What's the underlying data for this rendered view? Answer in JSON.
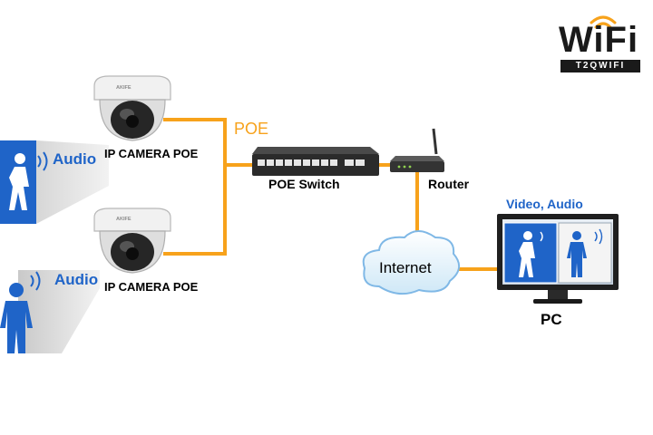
{
  "labels": {
    "camera_top": "IP CAMERA POE",
    "camera_bottom": "IP CAMERA POE",
    "poe": "POE",
    "poe_switch": "POE Switch",
    "router": "Router",
    "internet": "Internet",
    "video_audio": "Video, Audio",
    "pc": "PC",
    "audio_top": "Audio",
    "audio_bottom": "Audio",
    "camera_brand_top": "AKIFE",
    "camera_brand_bottom": "AKIFE"
  },
  "logo": {
    "word": "WiFi",
    "sub": "T2QWIFI"
  },
  "colors": {
    "cable": "#f7a21b",
    "accent_blue": "#1f64c8",
    "dark": "#1a1a1a",
    "poe_text": "#f7a21b"
  }
}
